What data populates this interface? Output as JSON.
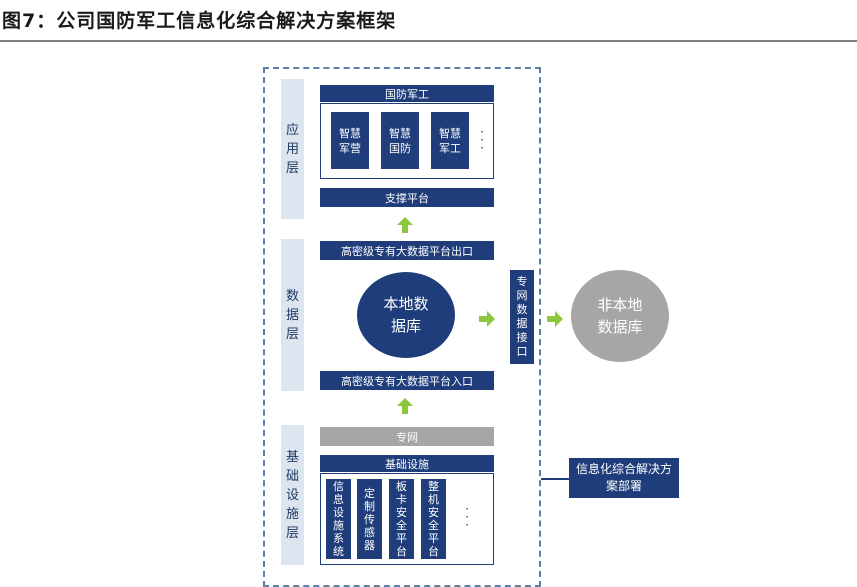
{
  "figure_title": "图7：公司国防军工信息化综合解决方案框架",
  "layers": {
    "app": "应用层",
    "data": "数据层",
    "base": "基础设施层"
  },
  "app_layer": {
    "header": "国防军工",
    "tiles": [
      "智慧军营",
      "智慧国防",
      "智慧军工"
    ],
    "ellipsis": "· · ·",
    "support": "支撑平台"
  },
  "data_layer": {
    "exit": "高密级专有大数据平台出口",
    "local_db": "本地数据库",
    "entrance": "高密级专有大数据平台入口",
    "port": "专网数据接口",
    "remote_db": "非本地数据库"
  },
  "base_layer": {
    "private_net": "专网",
    "header": "基础设施",
    "tiles": [
      "信息设施系统",
      "定制传感器",
      "板卡安全平台",
      "整机安全平台"
    ],
    "ellipsis": "· · ·"
  },
  "deploy_label": "信息化综合解决方案部署",
  "colors": {
    "navy": "#1f3d7a",
    "label_bg": "#dde6f0",
    "green_arrow": "#8dc63f",
    "gray": "#a6a6a6"
  }
}
